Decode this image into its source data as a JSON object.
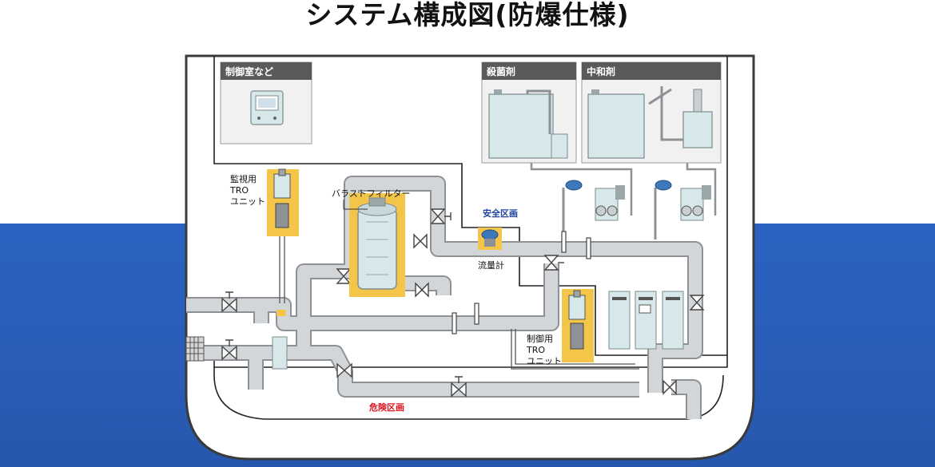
{
  "title": "システム構成図(防爆仕様)",
  "panels": {
    "control_room": "制御室など",
    "bactericide": "殺菌剤",
    "neutralizer": "中和剤"
  },
  "labels": {
    "monitor_tro_1": "監視用",
    "monitor_tro_2": "TRO",
    "monitor_tro_3": "ユニット",
    "ballast_filter": "バラストフィルター",
    "safe_zone": "安全区画",
    "flow_meter": "流量計",
    "control_tro_1": "制御用",
    "control_tro_2": "TRO",
    "control_tro_3": "ユニット",
    "danger_zone": "危険区画"
  },
  "colors": {
    "hull_fill": "#ffffff",
    "hull_stroke": "#3a3a3a",
    "pipe": "#cfd2d4",
    "pipe_edge": "#8e9296",
    "tank": "#d6e8e9",
    "highlight": "#f3c64a",
    "panel_header": "#5a5a5a",
    "safe_zone_text": "#1f44a0",
    "danger_zone_text": "#e0141e",
    "background_blue": "#2a5fbf"
  }
}
